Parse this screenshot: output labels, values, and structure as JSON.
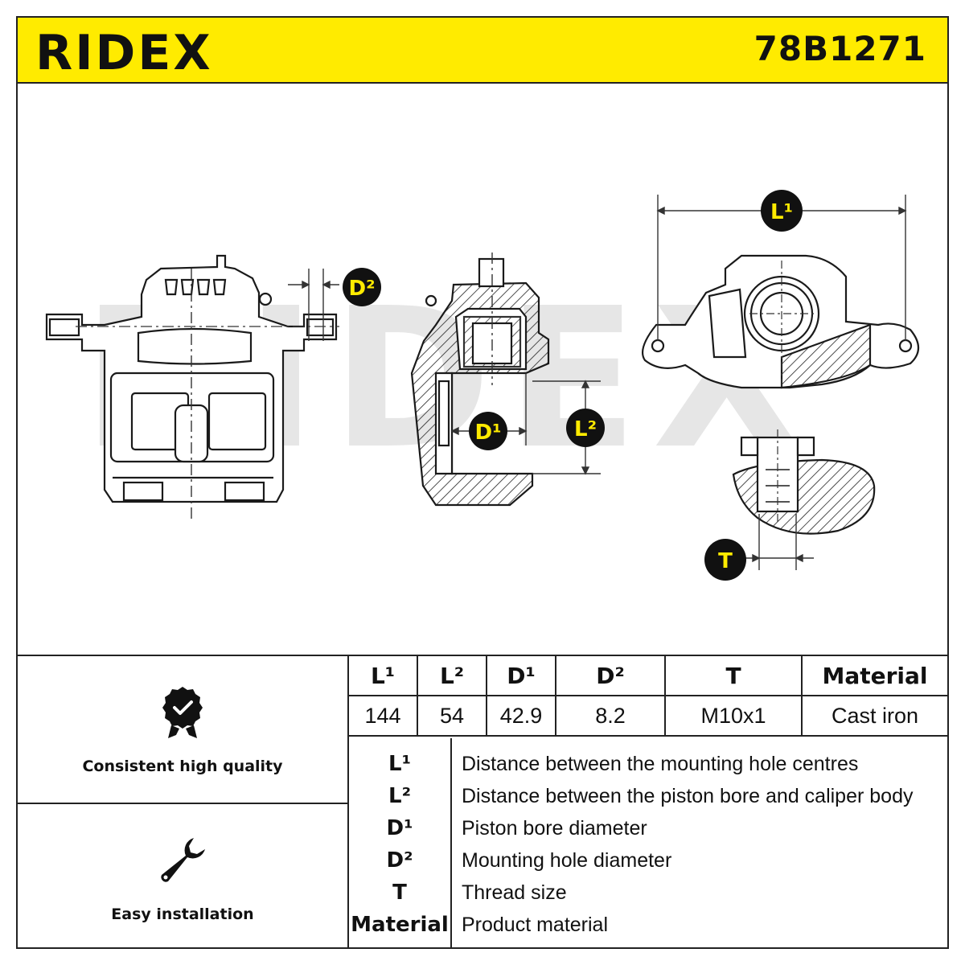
{
  "header": {
    "brand": "RIDEX",
    "part_number": "78B1271",
    "background_color": "#ffeb00"
  },
  "diagram": {
    "watermark": "RIDEX",
    "callouts": {
      "d2": "D²",
      "d1": "D¹",
      "l2": "L²",
      "l1": "L¹",
      "t": "T"
    },
    "callout_fill": "#111111",
    "callout_text_color": "#ffeb00"
  },
  "features": [
    {
      "icon": "quality-badge-icon",
      "label": "Consistent high quality"
    },
    {
      "icon": "wrench-icon",
      "label": "Easy installation"
    }
  ],
  "spec_table": {
    "headers": [
      "L¹",
      "L²",
      "D¹",
      "D²",
      "T",
      "Material"
    ],
    "values": [
      "144",
      "54",
      "42.9",
      "8.2",
      "M10x1",
      "Cast iron"
    ]
  },
  "legend": [
    {
      "key": "L¹",
      "description": "Distance between the mounting hole centres"
    },
    {
      "key": "L²",
      "description": "Distance between the piston bore and caliper body"
    },
    {
      "key": "D¹",
      "description": "Piston bore diameter"
    },
    {
      "key": "D²",
      "description": "Mounting hole diameter"
    },
    {
      "key": "T",
      "description": "Thread size"
    },
    {
      "key": "Material",
      "description": "Product material"
    }
  ]
}
